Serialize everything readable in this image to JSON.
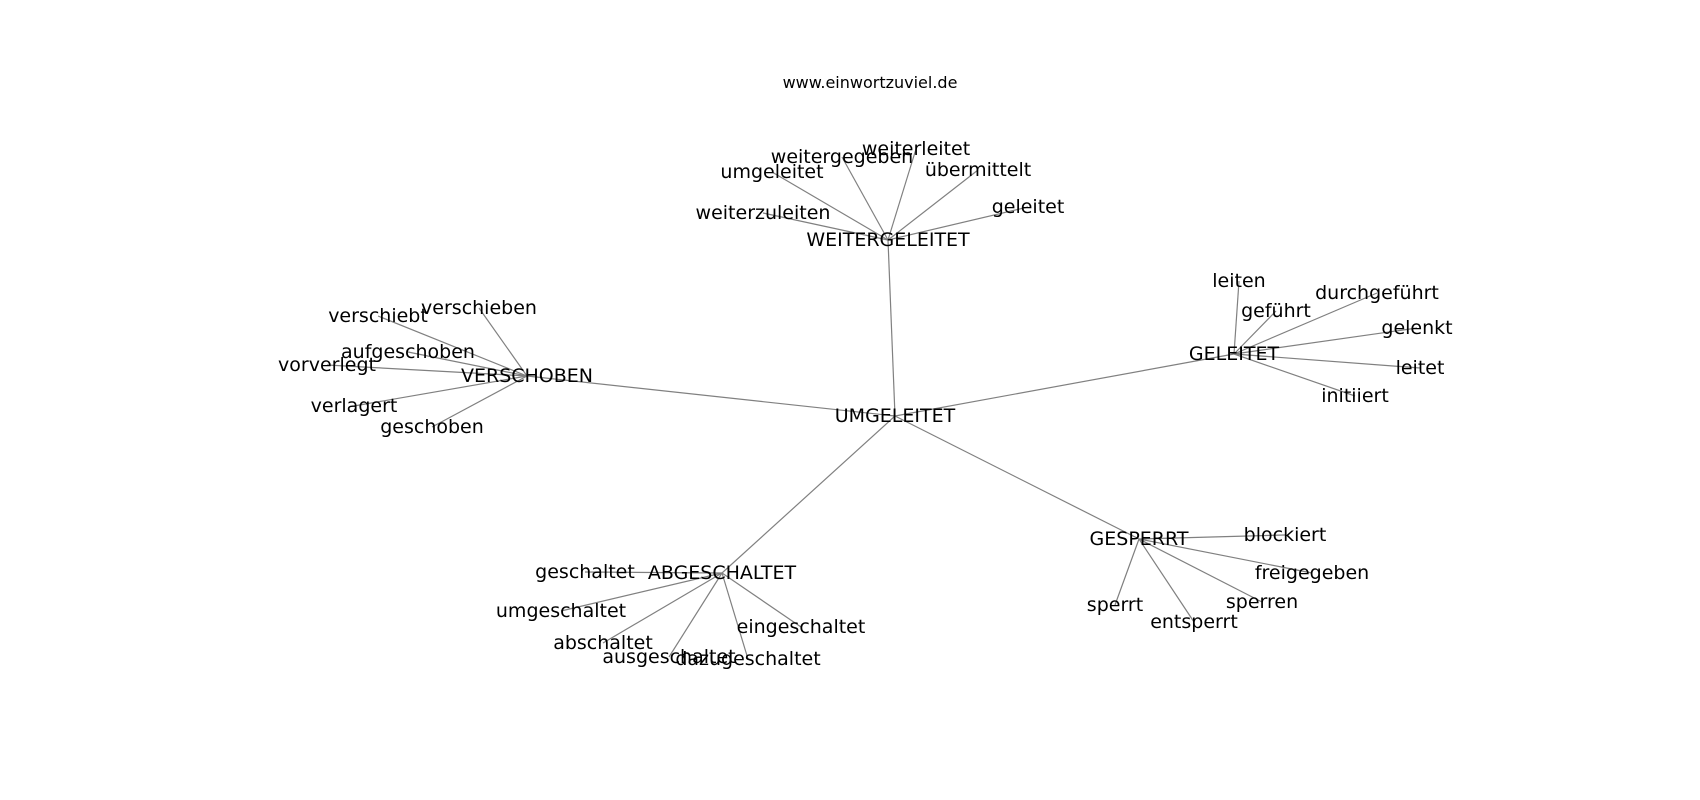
{
  "site": "www.einwortzuviel.de",
  "graph": {
    "root": "UMGELEITET",
    "hubs": [
      {
        "label": "WEITERGELEITET",
        "leaves": [
          "weiterleitet",
          "weitergegeben",
          "umgeleitet",
          "übermittelt",
          "weiterzuleiten",
          "geleitet"
        ]
      },
      {
        "label": "VERSCHOBEN",
        "leaves": [
          "verschiebt",
          "verschieben",
          "aufgeschoben",
          "vorverlegt",
          "verlagert",
          "geschoben"
        ]
      },
      {
        "label": "GELEITET",
        "leaves": [
          "leiten",
          "geführt",
          "durchgeführt",
          "gelenkt",
          "leitet",
          "initiiert"
        ]
      },
      {
        "label": "GESPERRT",
        "leaves": [
          "blockiert",
          "freigegeben",
          "sperren",
          "sperrt",
          "entsperrt"
        ]
      },
      {
        "label": "ABGESCHALTET",
        "leaves": [
          "geschaltet",
          "umgeschaltet",
          "abschaltet",
          "ausgeschaltet",
          "dazugeschaltet",
          "eingeschaltet"
        ]
      }
    ]
  }
}
